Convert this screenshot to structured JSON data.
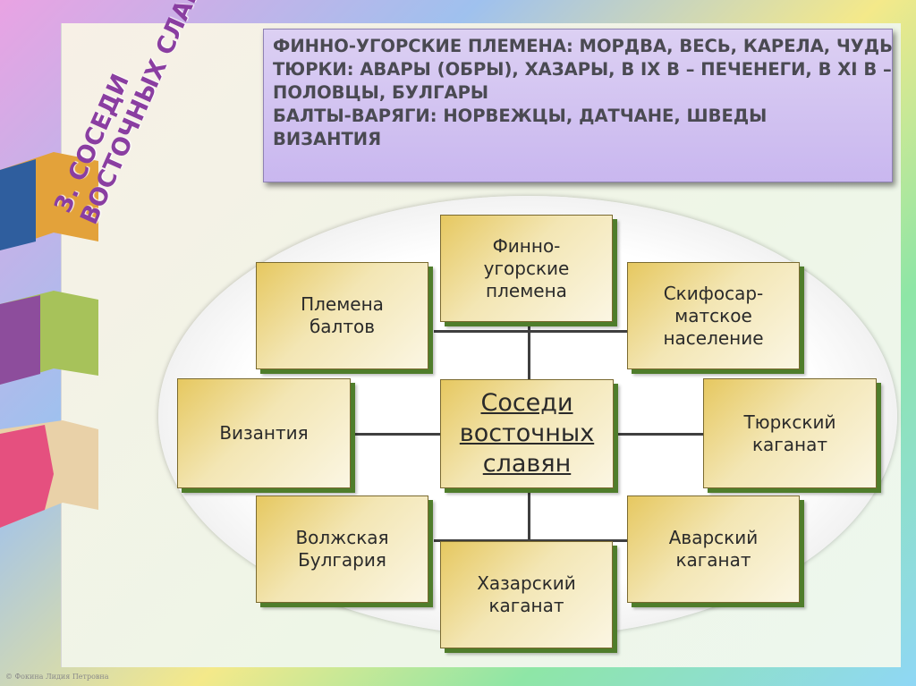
{
  "title_lines": [
    "Финно-угорские племена: мордва, весь, карела, чудь",
    "Тюрки: авары (обры), хазары, в IX в – печенеги, в XI в –",
    "половцы, булгары",
    "Балты-варяги: норвежцы, датчане, шведы",
    "Византия"
  ],
  "section_label": {
    "line1": "3. Соседи",
    "line2": "восточных славян"
  },
  "diagram": {
    "center": "Соседи\nвосточных\nславян",
    "nodes": {
      "finno": "Финно-\nугорские\nплемена",
      "balts": "Племена\nбалтов",
      "scyth": "Скифосар-\nматское\nнаселение",
      "byz": "Византия",
      "turk": "Тюркский\nкаганат",
      "volga": "Волжская\nБулгария",
      "avar": "Аварский\nкаганат",
      "khazar": "Хазарский\nкаганат"
    }
  },
  "footer": "© Фокина Лидия Петровна",
  "colors": {
    "title_box": "#d3c5f1",
    "label_text": "#8a3ea1",
    "box_gold": "#e6c860",
    "box_shadow": "#4f7d2b"
  }
}
